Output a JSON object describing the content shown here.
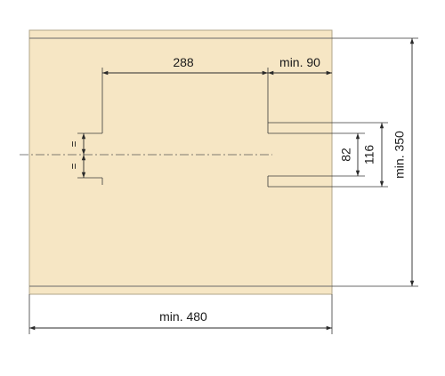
{
  "dimensions": {
    "top_width": "288",
    "top_min_offset": "min. 90",
    "hole_spacing_inner": "82",
    "hole_spacing_outer": "116",
    "height_min": "min. 350",
    "width_min": "min. 480",
    "equal_upper": "=",
    "equal_lower": "="
  },
  "colors": {
    "panel_fill": "#f6e6c4",
    "panel_edge": "#b0a58a",
    "line": "#2a2a2a"
  }
}
